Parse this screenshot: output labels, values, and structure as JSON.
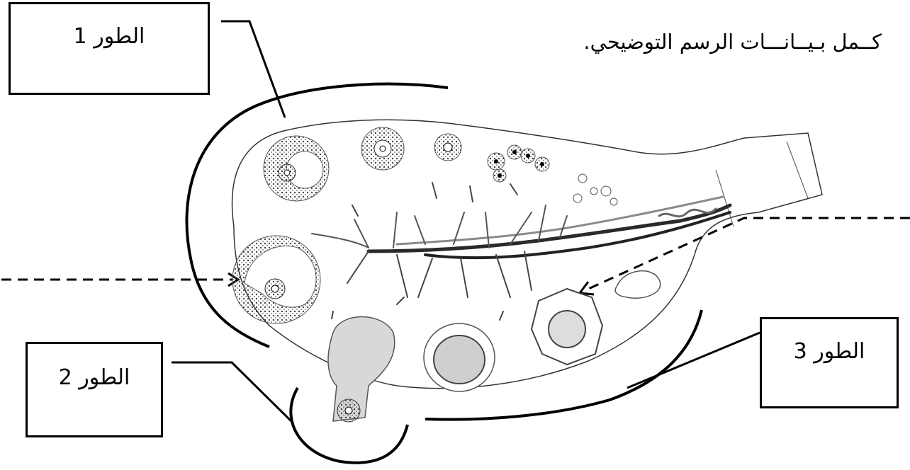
{
  "instruction": "كــمل بـيــانـــات الرسم التوضيحي.",
  "labels": {
    "box1": "الطور 1",
    "box2": "الطور 2",
    "box3": "الطور 3"
  },
  "colors": {
    "ink": "#000000",
    "stroke": "#222222",
    "follicle_dots": "#555555",
    "vessel_dark": "#2a2a2a",
    "vessel_light": "#8a8a8a",
    "corpus_fill": "#cfcfcf"
  }
}
